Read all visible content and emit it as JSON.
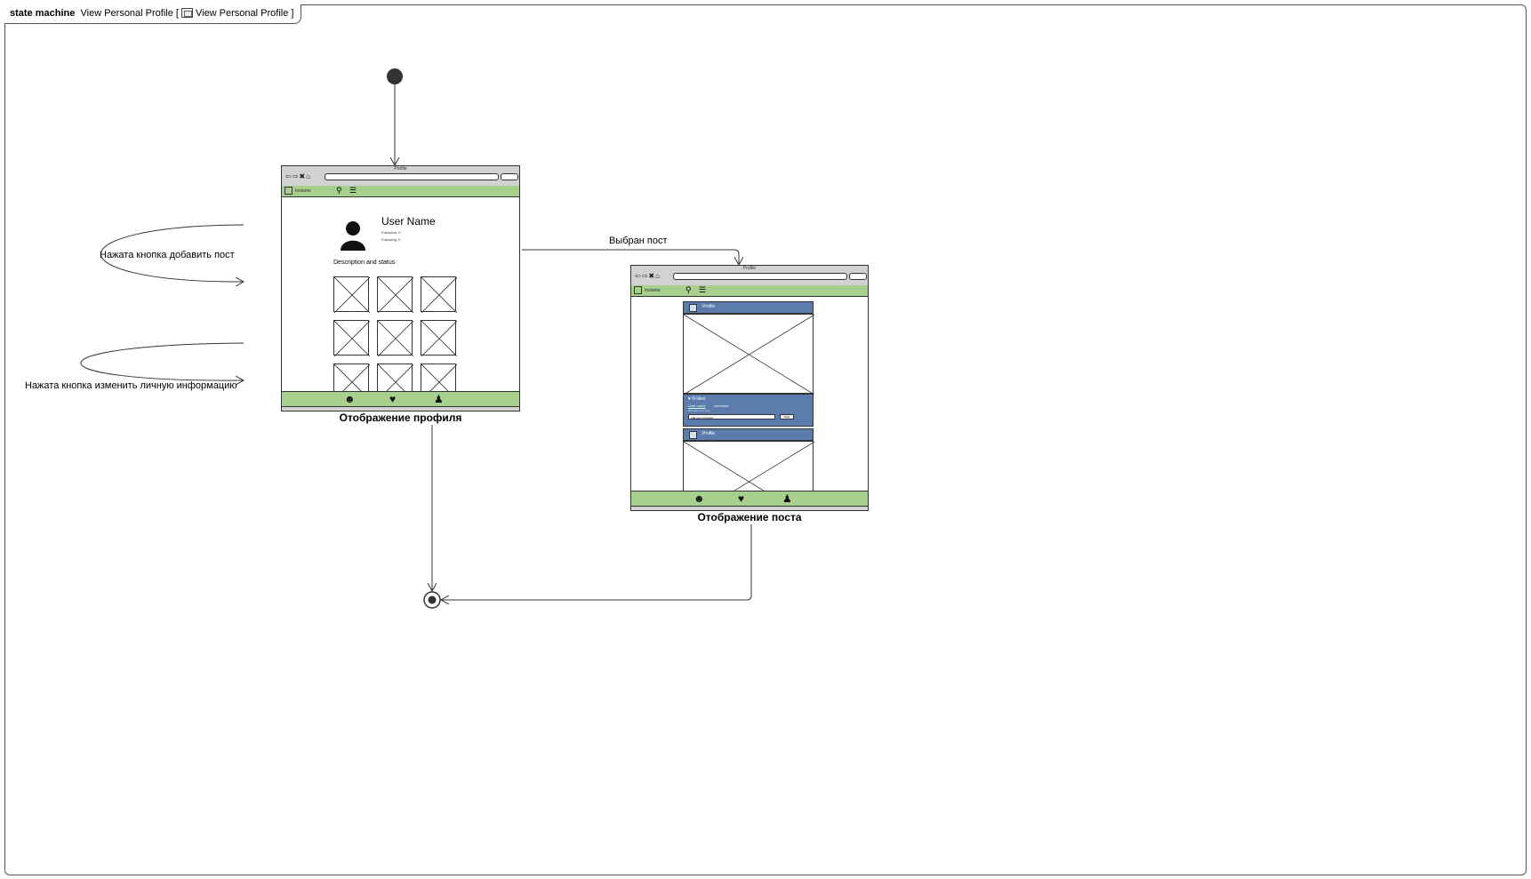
{
  "frame": {
    "keyword": "state machine",
    "name": "View Personal Profile",
    "bracket_open": "[",
    "diagram_name": "View Personal Profile",
    "bracket_close": "]"
  },
  "transitions": {
    "add_post": "Нажата кнопка добавить пост",
    "edit_info": "Нажата кнопка изменить личную информацию",
    "post_selected": "Выбран пост"
  },
  "states": {
    "profile": {
      "name": "Отображение профиля",
      "window_title": "Profile",
      "app_name": "Instame",
      "user_name": "User Name",
      "followers": "Followers: 0",
      "following": "Following: 0",
      "description": "Description and status",
      "footer_icons": [
        "people-icon",
        "heart-icon",
        "person-icon"
      ]
    },
    "post": {
      "name": "Отображение поста",
      "window_title": "Profile",
      "app_name": "Instame",
      "post_author": "Profile",
      "likes": "N likes",
      "comment_user": "User name",
      "comment_text": "comment",
      "small_text": "view all comments",
      "comment_placeholder": "Add your comment",
      "post_button": "Post",
      "second_author": "Profile",
      "footer_icons": [
        "people-icon",
        "heart-icon",
        "person-icon"
      ]
    }
  },
  "colors": {
    "app_bar": "#a8d08d",
    "card": "#5b7cac",
    "chrome": "#d2d2d2"
  }
}
